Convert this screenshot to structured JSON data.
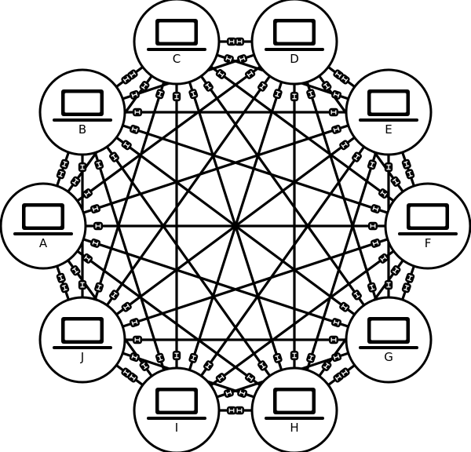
{
  "diagram": {
    "type": "full-mesh-network",
    "colors": {
      "line": "#000000",
      "node_fill": "#ffffff",
      "connector_fill": "#000000",
      "connector_mark": "#ffffff"
    },
    "nodes": [
      {
        "id": "A",
        "label": "A",
        "icon": "laptop-icon"
      },
      {
        "id": "B",
        "label": "B",
        "icon": "laptop-icon"
      },
      {
        "id": "C",
        "label": "C",
        "icon": "laptop-icon"
      },
      {
        "id": "D",
        "label": "D",
        "icon": "laptop-icon"
      },
      {
        "id": "E",
        "label": "E",
        "icon": "laptop-icon"
      },
      {
        "id": "F",
        "label": "F",
        "icon": "laptop-icon"
      },
      {
        "id": "G",
        "label": "G",
        "icon": "laptop-icon"
      },
      {
        "id": "H",
        "label": "H",
        "icon": "laptop-icon"
      },
      {
        "id": "I",
        "label": "I",
        "icon": "laptop-icon"
      },
      {
        "id": "J",
        "label": "J",
        "icon": "laptop-icon"
      }
    ],
    "connection_rule": "every node connected to every other node",
    "connector_icon": "network-port-icon"
  }
}
